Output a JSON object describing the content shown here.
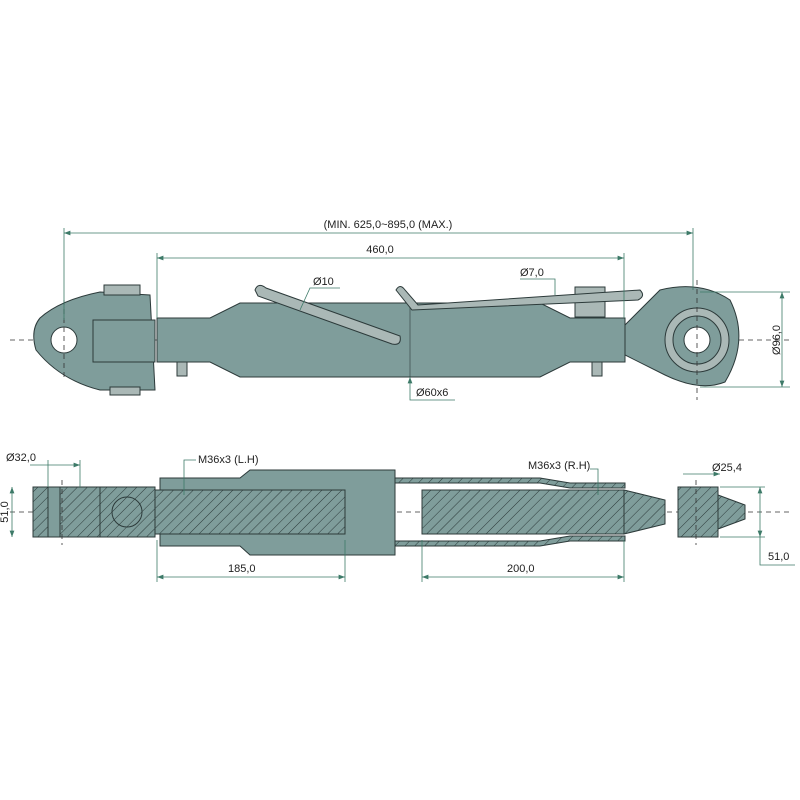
{
  "top_view": {
    "overall_length": "(MIN. 625,0~895,0 (MAX.)",
    "tube_length": "460,0",
    "handle_diameter": "Ø10",
    "pin_diameter": "Ø7,0",
    "eye_diameter": "Ø96,0",
    "tube_size": "Ø60x6"
  },
  "section_view": {
    "left_pin_diameter": "Ø32,0",
    "left_width": "51,0",
    "left_thread": "M36x3 (L.H)",
    "right_thread": "M36x3 (R.H)",
    "right_ball_diameter": "Ø25,4",
    "right_width": "51,0",
    "left_thread_length": "185,0",
    "right_thread_length": "200,0"
  },
  "colors": {
    "part": "#7f9d9b",
    "dimension": "#3d7a68"
  }
}
